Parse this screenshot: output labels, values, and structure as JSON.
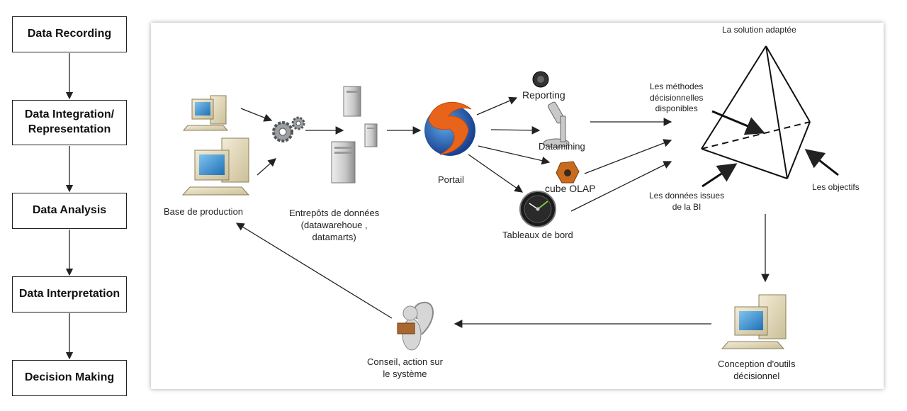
{
  "process_steps": [
    {
      "label": "Data Recording"
    },
    {
      "label": "Data Integration/\nRepresentation"
    },
    {
      "label": "Data Analysis"
    },
    {
      "label": "Data Interpretation"
    },
    {
      "label": "Decision Making"
    }
  ],
  "diagram": {
    "base_production": "Base de production",
    "entrepots": "Entrepôts de données\n(datawarehoue ,\ndatamarts)",
    "portail": "Portail",
    "reporting": "Reporting",
    "datamining": "Datamining",
    "cube_olap": "cube OLAP",
    "tableaux": "Tableaux de bord",
    "solution": "La solution adaptée",
    "methodes": "Les méthodes\ndécisionnelles\ndisponibles",
    "donnees_bi": "Les données issues\nde la BI",
    "objectifs": "Les objectifs",
    "conception": "Conception d'outils\ndécisionnel",
    "conseil": "Conseil, action sur\nle système"
  }
}
